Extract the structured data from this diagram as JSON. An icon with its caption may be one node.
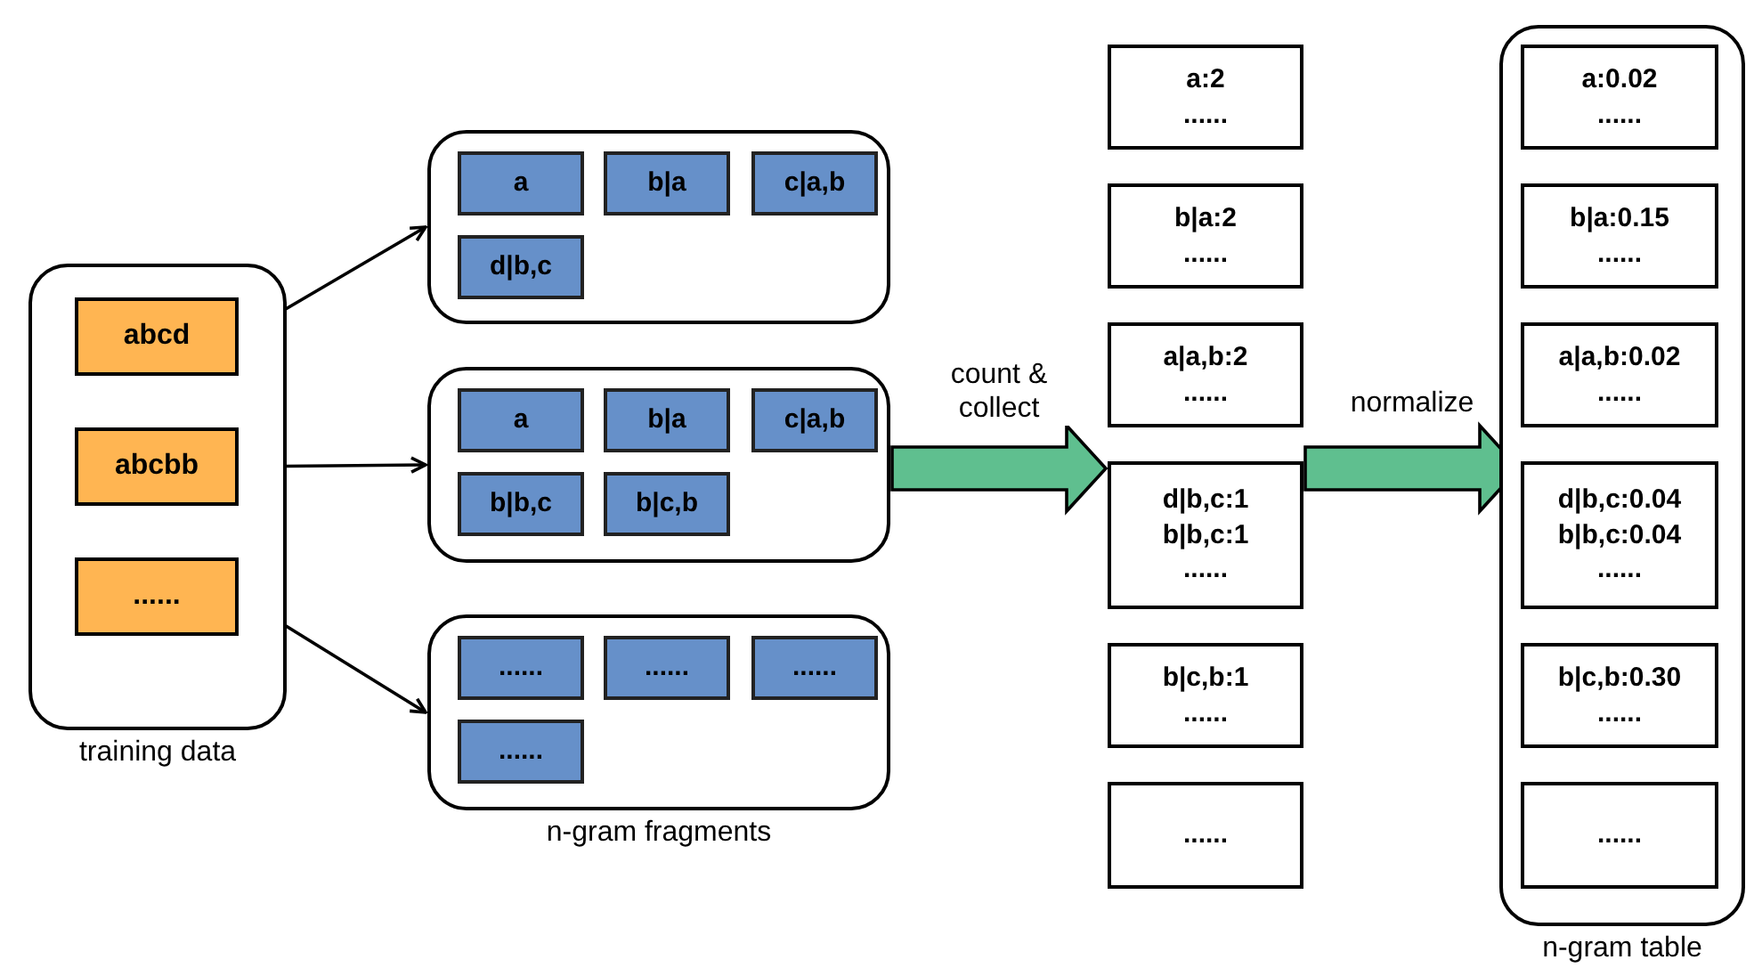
{
  "diagram": {
    "nodes": [
      {
        "text": [
          "training data"
        ]
      },
      {
        "text": [
          "abcd"
        ],
        "in": 0
      },
      {
        "text": [
          "abcbb"
        ],
        "in": 0
      },
      {
        "text": [
          "......"
        ],
        "in": 0
      },
      {
        "text": [],
        "shape": "box"
      },
      {
        "text": [
          "a"
        ],
        "in": 4
      },
      {
        "text": [
          "b|a"
        ],
        "in": 4
      },
      {
        "text": [
          "c|a,b"
        ],
        "in": 4
      },
      {
        "text": [
          "d|b,c"
        ],
        "in": 4
      },
      {
        "text": [],
        "shape": "box"
      },
      {
        "text": [
          "a"
        ],
        "in": 9
      },
      {
        "text": [
          "b|a"
        ],
        "in": 9
      },
      {
        "text": [
          "c|a,b"
        ],
        "in": 9
      },
      {
        "text": [
          "b|b,c"
        ],
        "in": 9
      },
      {
        "text": [
          "b|c,b"
        ],
        "in": 9
      },
      {
        "text": [],
        "shape": "box"
      },
      {
        "text": [
          "......"
        ],
        "in": 15
      },
      {
        "text": [
          "......"
        ],
        "in": 15
      },
      {
        "text": [
          "......"
        ],
        "in": 15
      },
      {
        "text": [
          "......"
        ],
        "in": 15
      },
      {
        "text": [
          "a:2",
          "......"
        ]
      },
      {
        "text": [
          "b|a:2",
          "......"
        ]
      },
      {
        "text": [
          "a|a,b:2",
          "......"
        ]
      },
      {
        "text": [
          "d|b,c:1",
          "b|b,c:1",
          "......"
        ]
      },
      {
        "text": [
          "b|c,b:1",
          "......"
        ]
      },
      {
        "text": [
          "......"
        ]
      },
      {
        "text": [
          "n-gram table"
        ]
      },
      {
        "text": [
          "a:0.02",
          "......"
        ],
        "in": 26
      },
      {
        "text": [
          "b|a:0.15",
          "......"
        ],
        "in": 26
      },
      {
        "text": [
          "a|a,b:0.02",
          "......"
        ],
        "in": 26
      },
      {
        "text": [
          "d|b,c:0.04",
          "b|b,c:0.04",
          "......"
        ],
        "in": 26
      },
      {
        "text": [
          "b|c,b:0.30",
          "......"
        ],
        "in": 26
      },
      {
        "text": [
          "......"
        ],
        "in": 26
      }
    ],
    "edges": [
      {
        "from": 1,
        "to": 4,
        "arrow": "to"
      },
      {
        "from": 2,
        "to": 9,
        "arrow": "to"
      },
      {
        "from": 3,
        "to": 15,
        "arrow": "to"
      },
      {
        "from": 9,
        "to": 23,
        "arrow": "to",
        "label": "count & collect",
        "style": "thick",
        "color": "#5fbf8f"
      },
      {
        "from": 23,
        "to": 30,
        "arrow": "to",
        "label": "normalize",
        "style": "thick",
        "color": "#5fbf8f"
      }
    ],
    "labels": [
      "n-gram fragments"
    ]
  }
}
